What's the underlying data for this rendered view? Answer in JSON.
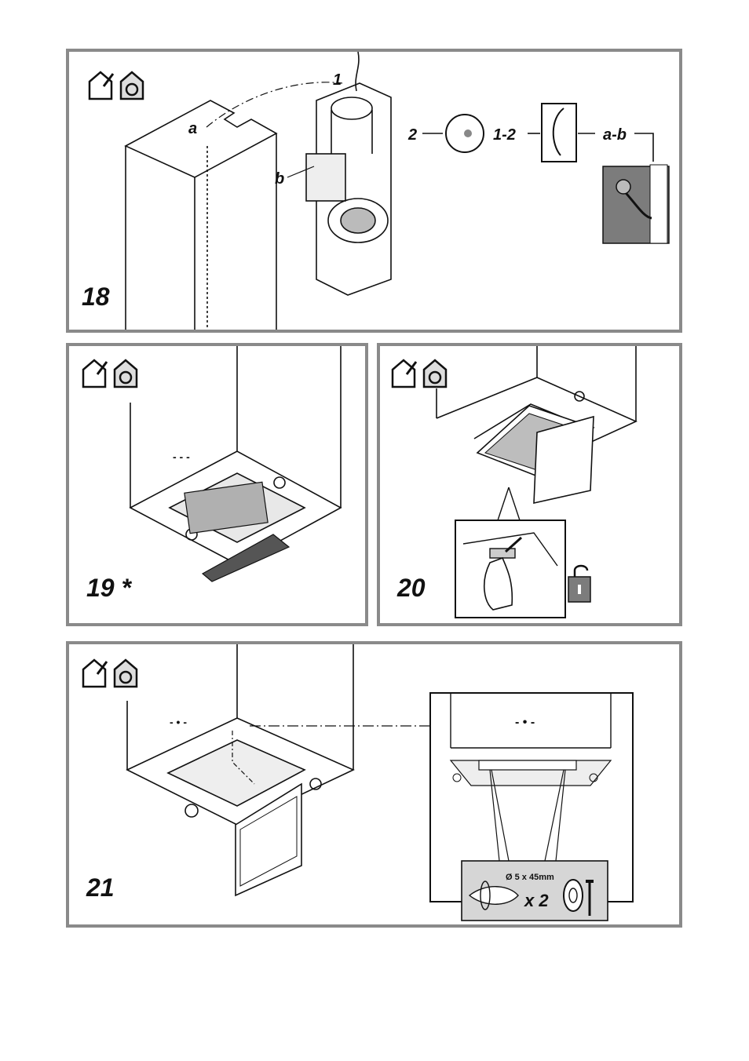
{
  "panels": [
    {
      "step": "18",
      "labels": {
        "a": "a",
        "b": "b",
        "n1": "1",
        "n2": "2",
        "seq12": "1-2",
        "seqab": "a-b"
      }
    },
    {
      "step": "19 *"
    },
    {
      "step": "20"
    },
    {
      "step": "21",
      "screw_spec": "Ø 5 x 45mm",
      "multiplier": "x 2"
    }
  ],
  "icons": {
    "install": "house-wrench-icon",
    "recirculation": "house-recirculation-icon"
  },
  "colors": {
    "frame": "#8a8a8a",
    "shade": "#7c7c7c",
    "light_shade": "#d6d6d6",
    "line": "#111111"
  }
}
